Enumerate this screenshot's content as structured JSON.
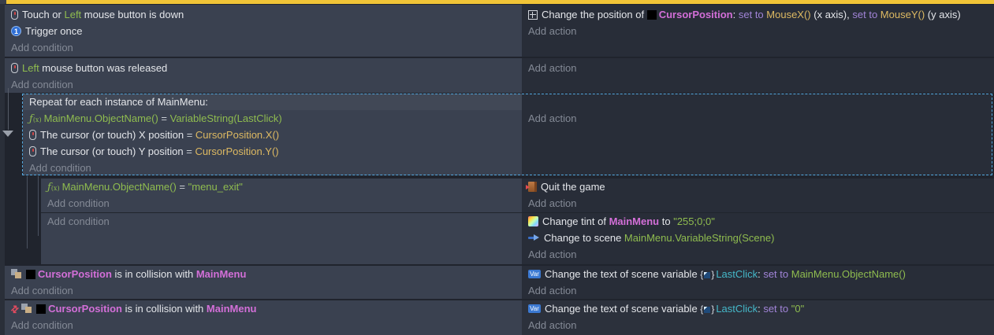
{
  "theme": {
    "accent_bar": "#f1c437",
    "selection_border": "#54a9e0",
    "condition_bg": "#3a4150",
    "action_bg": "#282d38",
    "object_color": "#d36fd8",
    "keyword_green": "#8fbc4f",
    "expression_gold": "#ddb962",
    "set_to_purple": "#a184d8",
    "variable_teal": "#45b8c9",
    "placeholder_gray": "#848a96"
  },
  "labels": {
    "add_condition": "Add condition",
    "add_action": "Add action"
  },
  "events": {
    "touch_down": {
      "cond_mouse": {
        "before": "Touch or ",
        "keyword": "Left",
        "after": " mouse button is down"
      },
      "cond_trigger": "Trigger once",
      "action_position": {
        "label": "Change the position of ",
        "object": "CursorPosition",
        "colon": ": ",
        "set_to_x": "set to ",
        "expr_x": "MouseX()",
        "axis_x": " (x axis), ",
        "set_to_y": "set to ",
        "expr_y": "MouseY()",
        "axis_y": " (y axis)"
      }
    },
    "released": {
      "cond": {
        "keyword": "Left",
        "after": " mouse button was released"
      }
    },
    "repeat": {
      "header": "Repeat for each instance of MainMenu:",
      "cond_name": {
        "left": "MainMenu.ObjectName()",
        "eq": " = ",
        "right": "VariableString(LastClick)"
      },
      "cond_x": {
        "label": "The cursor (or touch) X position",
        "eq": " = ",
        "expr": "CursorPosition.X()"
      },
      "cond_y": {
        "label": "The cursor (or touch) Y position",
        "eq": " = ",
        "expr": "CursorPosition.Y()"
      }
    },
    "exit_check": {
      "cond": {
        "left": "MainMenu.ObjectName()",
        "eq": " = ",
        "right": "\"menu_exit\""
      },
      "action_quit": "Quit the game"
    },
    "else_branch": {
      "action_tint": {
        "label": "Change tint of ",
        "object": "MainMenu",
        "to": " to ",
        "value": "\"255;0;0\""
      },
      "action_scene": {
        "label": "Change to scene ",
        "expr": "MainMenu.VariableString(Scene)"
      }
    },
    "collision": {
      "cond": {
        "object1": "CursorPosition",
        "middle": " is in collision with ",
        "object2": "MainMenu"
      },
      "action_var": {
        "label": "Change the text of scene variable ",
        "variable": "LastClick",
        "colon": ": ",
        "set_to": "set to ",
        "expr": "MainMenu.ObjectName()"
      }
    },
    "no_collision": {
      "cond": {
        "object1": "CursorPosition",
        "middle": " is in collision with ",
        "object2": "MainMenu"
      },
      "action_var": {
        "label": "Change the text of scene variable ",
        "variable": "LastClick",
        "colon": ": ",
        "set_to": "set to ",
        "value": "\"0\""
      }
    }
  }
}
